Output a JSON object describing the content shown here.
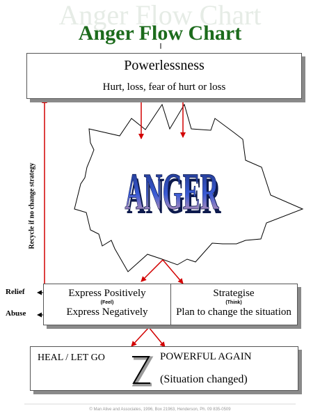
{
  "watermark_title": "Anger Flow Chart",
  "title": "Anger Flow Chart",
  "powerlessness": {
    "heading": "Powerlessness",
    "subtitle": "Hurt, loss, fear of hurt or loss"
  },
  "burst_word": "ANGER",
  "recycle_label": "Recycle if no change strategy",
  "express": {
    "positive": "Express Positively",
    "feel": "(Feel)",
    "negative": "Express Negatively",
    "relief": "Relief",
    "abuse": "Abuse"
  },
  "strategise": {
    "heading": "Strategise",
    "think": "(Think)",
    "plan": "Plan to change the situation"
  },
  "outcome": {
    "heal": "HEAL / LET GO",
    "powerful": "POWERFUL AGAIN",
    "changed": "(Situation changed)"
  },
  "footer": "© Man Alive and Associates, 1996, Box 21963, Henderson, Ph. 09 835-0509",
  "colors": {
    "title": "#1c6b1c",
    "arrows": "#d20000",
    "burst_outline": "#000000"
  }
}
